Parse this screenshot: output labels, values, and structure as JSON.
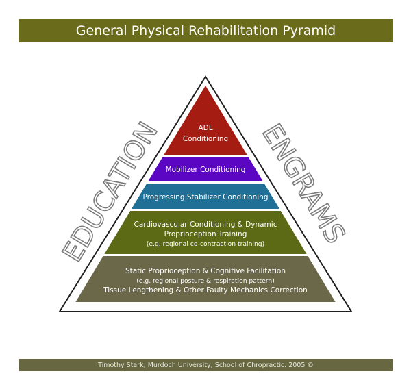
{
  "title": "General Physical Rehabilitation Pyramid",
  "footer": "Timothy Stark, Murdoch University, School of Chropractic. 2005 ©",
  "side_labels": {
    "left": "EDUCATION",
    "right": "ENGRAMS"
  },
  "tiers": [
    {
      "lines": [
        "ADL",
        "Conditioning"
      ],
      "color": "#a51d12"
    },
    {
      "lines": [
        "Mobilizer Conditioning"
      ],
      "color": "#5a06c3"
    },
    {
      "lines": [
        "Progressing Stabilizer Conditioning"
      ],
      "color": "#1f6f96"
    },
    {
      "lines": [
        "Cardiovascular Conditioning & Dynamic",
        "Proprioception Training",
        "(e.g. regional co-contraction training)"
      ],
      "color": "#5c6a16"
    },
    {
      "lines": [
        "Static Proprioception & Cognitive Facilitation",
        "(e.g. regional posture & respiration pattern)",
        "Tissue Lengthening & Other Faulty Mechanics Correction"
      ],
      "color": "#6b6749"
    }
  ],
  "colors": {
    "title_bar": "#6b6b1c",
    "footer_bar": "#676742",
    "outline": "#1e1e1e"
  }
}
